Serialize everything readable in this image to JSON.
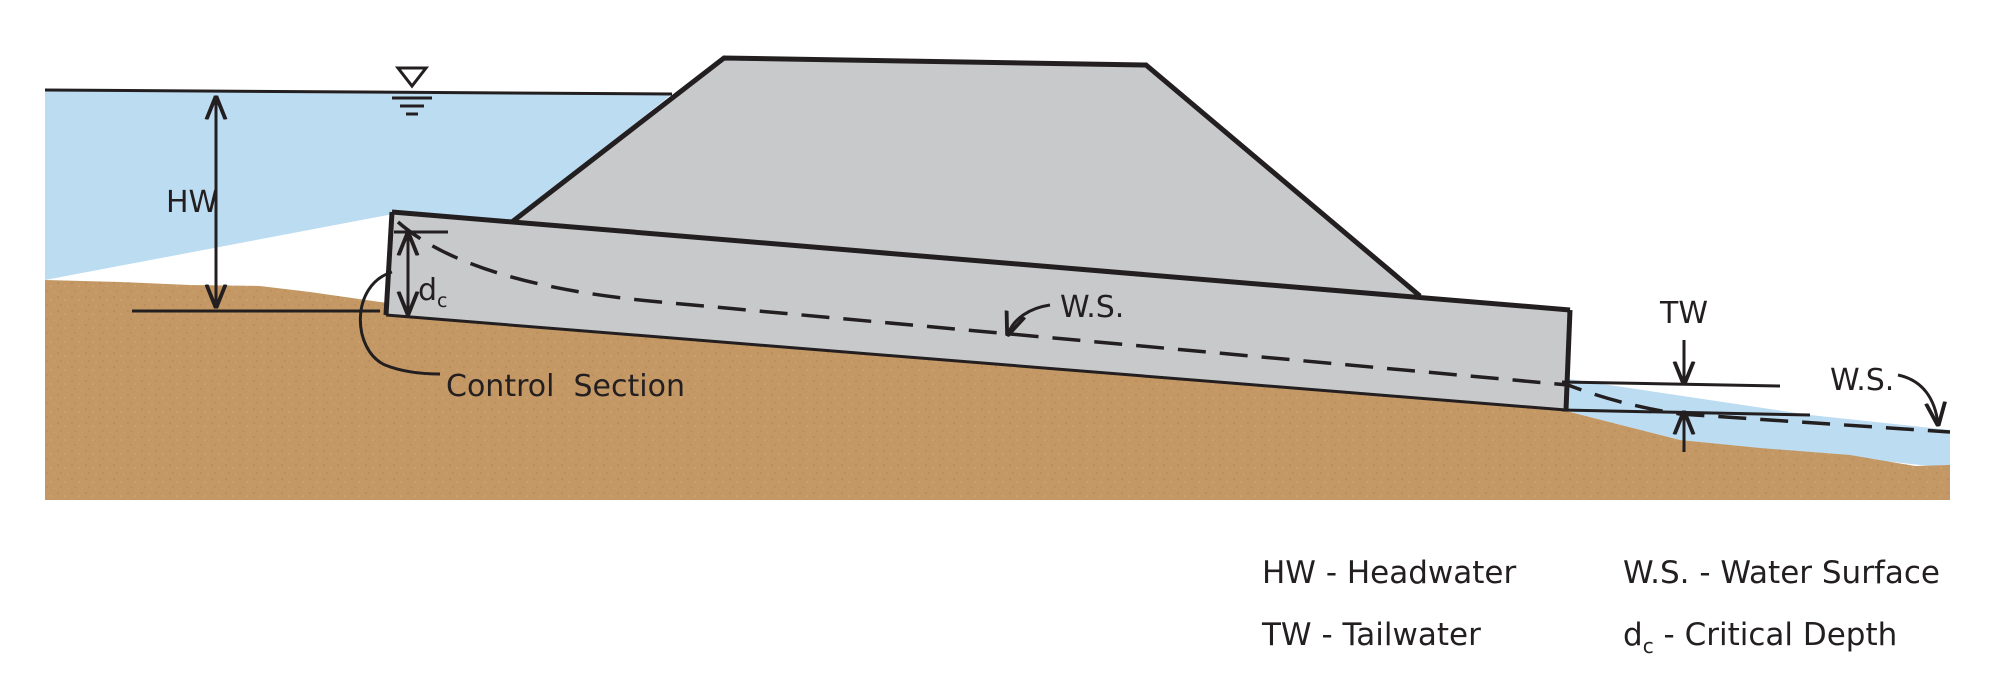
{
  "labels": {
    "hw": "HW",
    "dc_main": "d",
    "dc_sub": "c",
    "ws_inlet": "W.S.",
    "control_section": "Control  Section",
    "tw": "TW",
    "ws_outlet": "W.S."
  },
  "legend": {
    "hw": "HW - Headwater",
    "tw": "TW - Tailwater",
    "ws": "W.S. - Water Surface",
    "dc_main": "d",
    "dc_sub": "c",
    "dc_rest": " - Critical Depth"
  },
  "colors": {
    "water": "#bcdcf2",
    "soil": "#c49865",
    "embankment": "#c8c9cb",
    "line": "#231f20"
  },
  "icons": {
    "water_level_marker": "inverted-triangle-water-level-icon"
  }
}
